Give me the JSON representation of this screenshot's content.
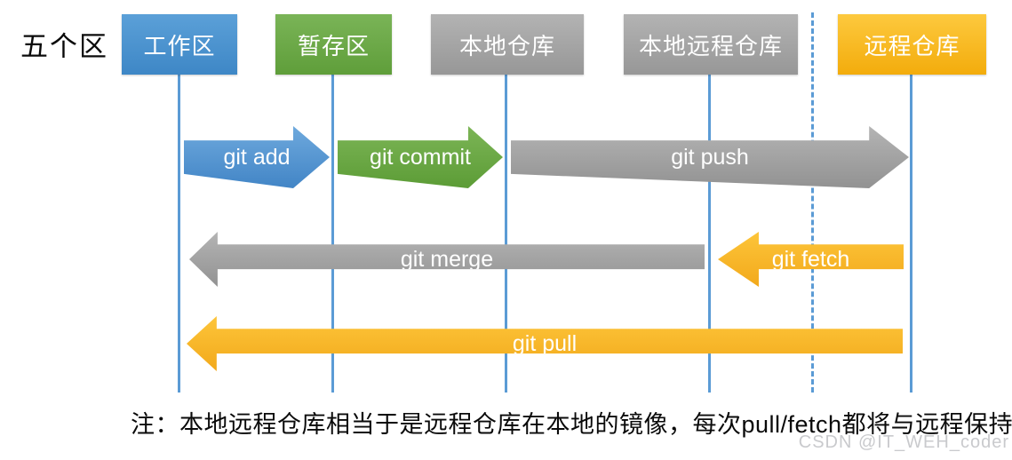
{
  "title": "五个区",
  "nodes": [
    {
      "id": "working-area",
      "label": "工作区",
      "color": "#4A93D2"
    },
    {
      "id": "staging-area",
      "label": "暂存区",
      "color": "#6FAC47"
    },
    {
      "id": "local-repo",
      "label": "本地仓库",
      "color": "#A5A5A5"
    },
    {
      "id": "local-remote-repo",
      "label": "本地远程仓库",
      "color": "#A5A5A5"
    },
    {
      "id": "remote-repo",
      "label": "远程仓库",
      "color": "#FABB2A"
    }
  ],
  "arrows": [
    {
      "label": "git add",
      "direction": "right",
      "from": "工作区",
      "to": "暂存区",
      "color": "#5B9BD5"
    },
    {
      "label": "git commit",
      "direction": "right",
      "from": "暂存区",
      "to": "本地仓库",
      "color": "#70AD47"
    },
    {
      "label": "git push",
      "direction": "right",
      "from": "本地仓库",
      "to": "远程仓库",
      "color": "#A6A6A6"
    },
    {
      "label": "git merge",
      "direction": "left",
      "from": "本地远程仓库",
      "to": "工作区",
      "color": "#A6A6A6"
    },
    {
      "label": "git fetch",
      "direction": "left",
      "from": "远程仓库",
      "to": "本地远程仓库",
      "color": "#FABB2A"
    },
    {
      "label": "git pull",
      "direction": "left",
      "from": "远程仓库",
      "to": "工作区",
      "color": "#FABB2A"
    }
  ],
  "note": "注：本地远程仓库相当于是远程仓库在本地的镜像，每次pull/fetch都将与远程保持同步",
  "watermark": "CSDN @IT_WEH_coder",
  "colors": {
    "timeline_blue": "#5B9BD5",
    "note_text": "#0A0A0A",
    "watermark_gray": "#C9CACD",
    "background": "#FFFFFF"
  }
}
